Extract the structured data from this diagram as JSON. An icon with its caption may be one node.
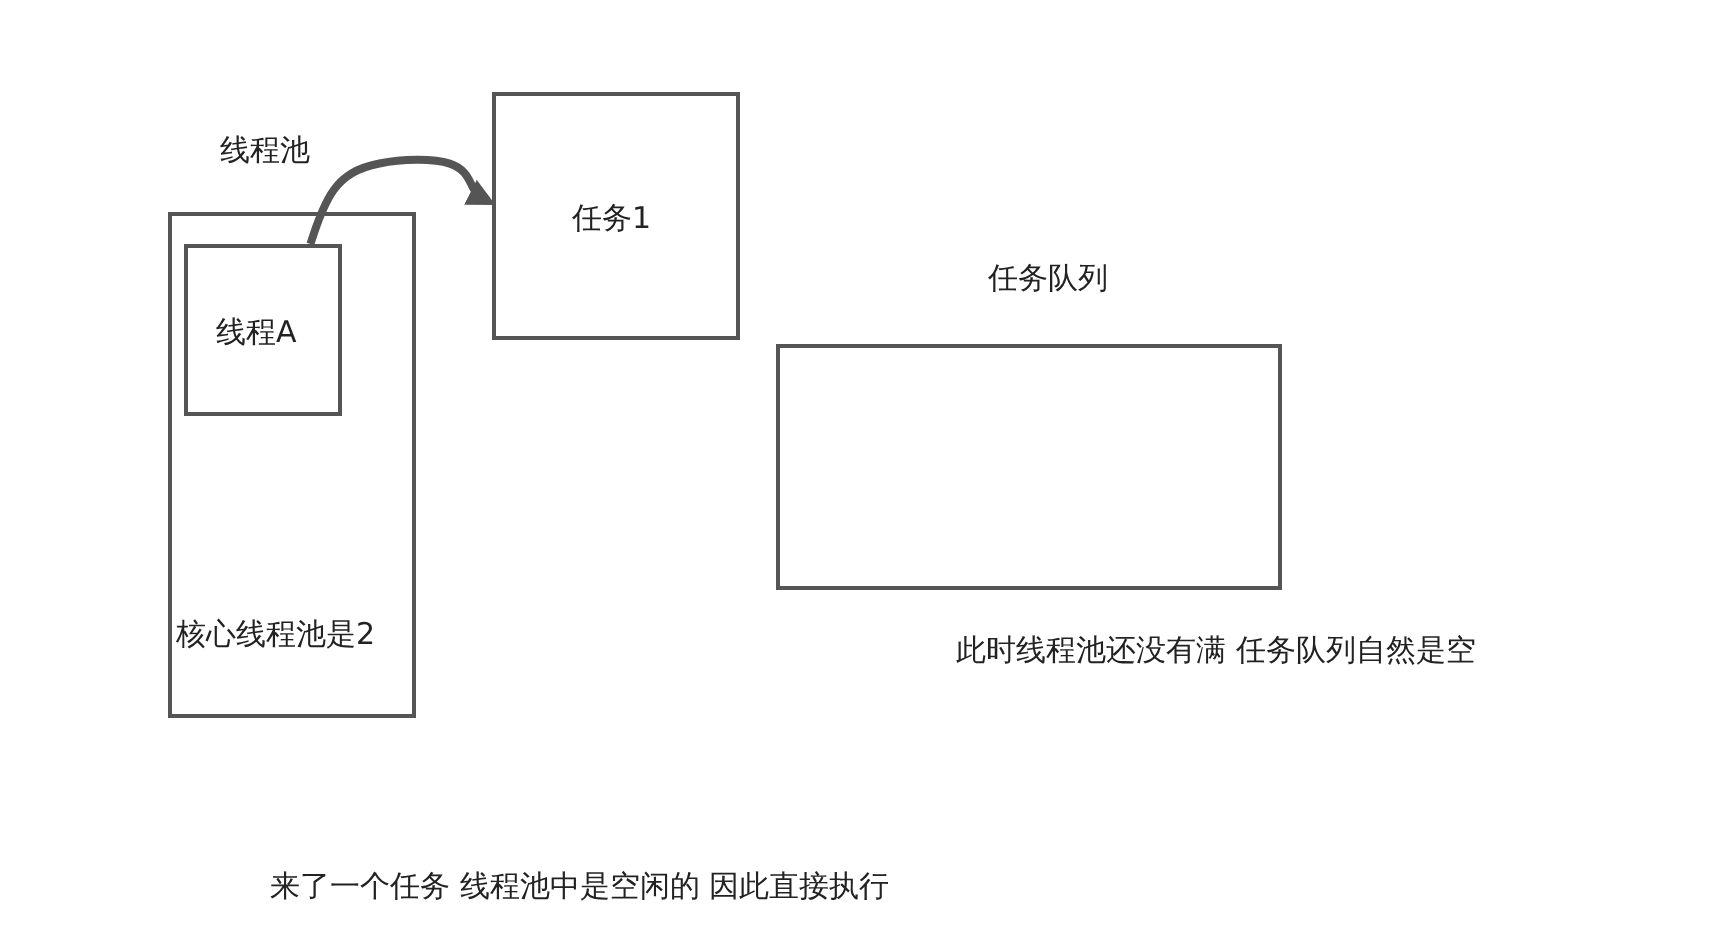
{
  "diagram": {
    "nodes": [
      {
        "text": [
          "线程池",
          "核心线程池是2"
        ]
      },
      {
        "text": [
          "线程A"
        ],
        "in": 0
      },
      {
        "text": [
          "任务1"
        ]
      },
      {
        "text": [
          "任务队列"
        ]
      }
    ],
    "edges": [
      {
        "from": 1,
        "to": 2,
        "arrow": "to"
      }
    ],
    "labels": [
      "此时线程池还没有满 任务队列自然是空",
      "来了一个任务 线程池中是空闲的 因此直接执行"
    ]
  }
}
